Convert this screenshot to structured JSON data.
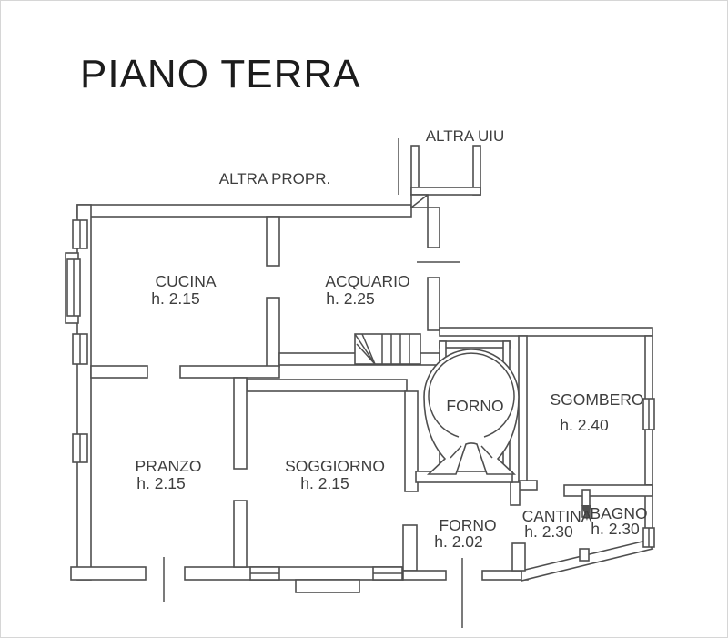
{
  "page": {
    "background": "#ffffff",
    "frame_color": "#d6d6d6"
  },
  "title": "PIANO TERRA",
  "floor_plan": {
    "colors": {
      "wall_line": "#4f4f4f",
      "label_text": "#3e3e3e",
      "title_text": "#1c1c1c"
    },
    "external_labels": {
      "altra_uiu": "ALTRA UIU",
      "altra_propr": "ALTRA PROPR."
    },
    "rooms": {
      "cucina": {
        "name": "CUCINA",
        "height": "h. 2.15"
      },
      "acquario": {
        "name": "ACQUARIO",
        "height": "h. 2.25"
      },
      "pranzo": {
        "name": "PRANZO",
        "height": "h. 2.15"
      },
      "soggiorno": {
        "name": "SOGGIORNO",
        "height": "h. 2.15"
      },
      "forno_oven": {
        "name": "FORNO"
      },
      "sgombero": {
        "name": "SGOMBERO",
        "height": "h. 2.40"
      },
      "forno_porch": {
        "name": "FORNO",
        "height": "h. 2.02"
      },
      "cantina": {
        "name": "CANTINA",
        "height": "h. 2.30"
      },
      "bagno": {
        "name": "BAGNO",
        "height": "h. 2.30"
      }
    }
  }
}
